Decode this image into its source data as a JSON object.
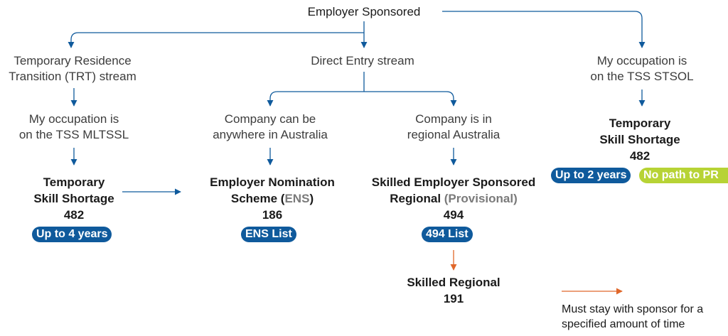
{
  "root": {
    "title": "Employer Sponsored"
  },
  "streams": {
    "trt": {
      "line1": "Temporary Residence",
      "line2": "Transition (TRT) stream"
    },
    "direct_entry": {
      "label": "Direct Entry stream"
    },
    "stsol": {
      "line1": "My occupation is",
      "line2": "on the TSS STSOL"
    }
  },
  "conditions": {
    "mltssl": {
      "line1": "My occupation is",
      "line2": "on the TSS MLTSSL"
    },
    "anywhere": {
      "line1": "Company can be",
      "line2": "anywhere in Australia"
    },
    "regional": {
      "line1": "Company is in",
      "line2": "regional Australia"
    }
  },
  "visas": {
    "tss_mltssl": {
      "line1": "Temporary",
      "line2": "Skill Shortage",
      "number": "482",
      "badge": "Up to 4 years"
    },
    "ens": {
      "line1": "Employer Nomination",
      "line2_main": "Scheme (",
      "line2_muted": "ENS",
      "line2_end": ")",
      "number": "186",
      "badge": "ENS List"
    },
    "sesr": {
      "line1": "Skilled Employer Sponsored",
      "line2_main": "Regional ",
      "line2_muted": "(Provisional)",
      "number": "494",
      "badge": "494 List"
    },
    "skilled_regional": {
      "line1": "Skilled Regional",
      "number": "191"
    },
    "tss_stsol": {
      "line1": "Temporary",
      "line2": "Skill Shortage",
      "number": "482",
      "badge": "Up to 2 years",
      "badge2": "No path to PR"
    }
  },
  "legend": {
    "line1": "Must stay with sponsor for a",
    "line2": "specified amount of time"
  },
  "colors": {
    "blue": "#0f5a9c",
    "orange": "#e0672a",
    "green": "#b7d335"
  }
}
